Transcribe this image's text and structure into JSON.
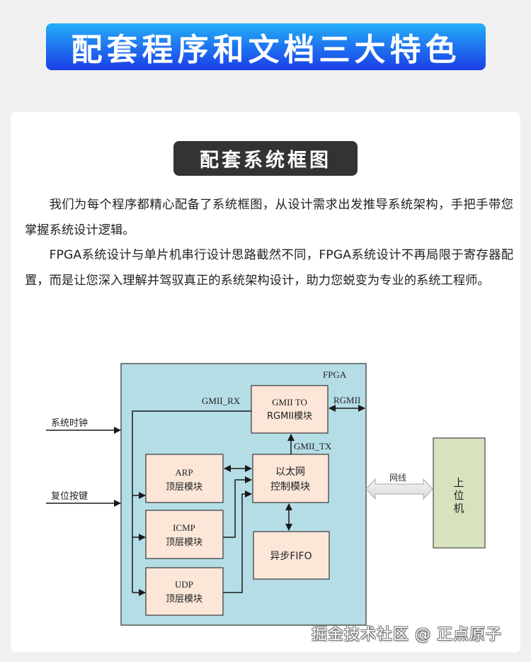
{
  "banner": {
    "title": "配套程序和文档三大特色"
  },
  "section": {
    "badge": "配套系统框图",
    "paragraphs": [
      "我们为每个程序都精心配备了系统框图，从设计需求出发推导系统架构，手把手带您掌握系统设计逻辑。",
      "FPGA系统设计与单片机串行设计思路截然不同，FPGA系统设计不再局限于寄存器配置，而是让您深入理解并驾驭真正的系统架构设计，助力您蜕变为专业的系统工程师。"
    ]
  },
  "diagram": {
    "colors": {
      "fpga_bg": "#b5dde6",
      "module_bg": "#fbe6d8",
      "host_bg": "#d7e3bd",
      "line": "#1a1a1a"
    },
    "fpga_label": "FPGA",
    "inputs": [
      {
        "label": "系统时钟"
      },
      {
        "label": "复位按键"
      }
    ],
    "modules": {
      "gmii_to_rgmii": {
        "line1": "GMII TO",
        "line2": "RGMII模块"
      },
      "arp": {
        "line1": "ARP",
        "line2": "顶层模块"
      },
      "icmp": {
        "line1": "ICMP",
        "line2": "顶层模块"
      },
      "udp": {
        "line1": "UDP",
        "line2": "顶层模块"
      },
      "eth_ctrl": {
        "line1": "以太网",
        "line2": "控制模块"
      },
      "async_fifo": {
        "line1": "异步FIFO"
      }
    },
    "signals": {
      "gmii_rx": "GMII_RX",
      "gmii_tx": "GMII_TX",
      "rgmii": "RGMII"
    },
    "cable": {
      "label": "网线"
    },
    "host": {
      "chars": [
        "上",
        "位",
        "机"
      ]
    }
  },
  "watermark": "掘金技术社区 @ 正点原子"
}
